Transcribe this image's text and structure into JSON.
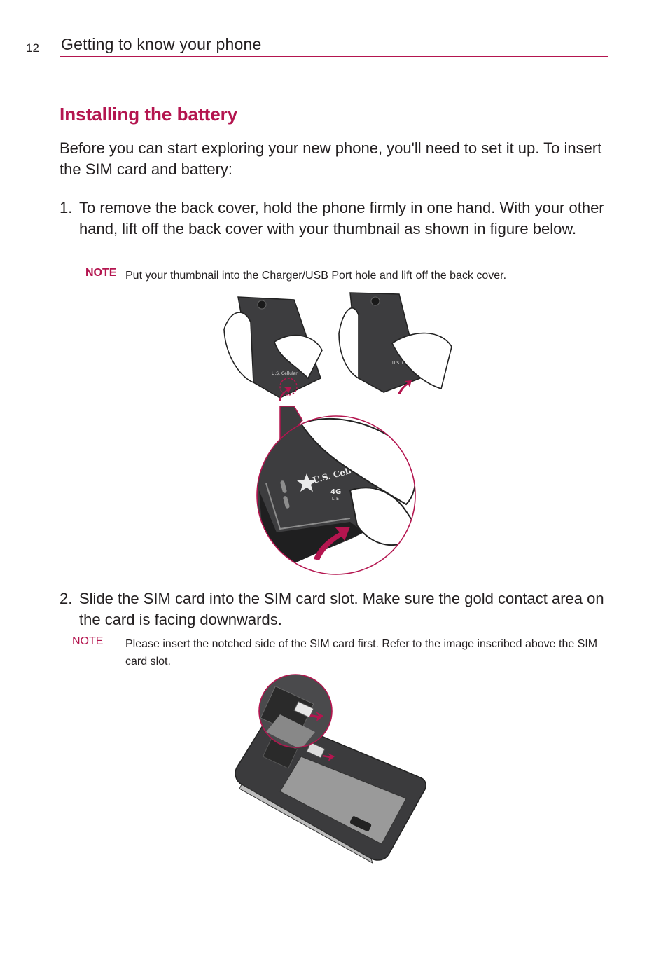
{
  "header": {
    "page_number": "12",
    "section_title": "Getting to know your phone"
  },
  "heading": "Installing the battery",
  "intro": "Before you can start exploring your new phone, you'll need to set it up. To insert the SIM card and battery:",
  "steps": [
    {
      "number": "1.",
      "text": "To remove the back cover, hold the phone firmly in one hand. With your other hand, lift off the back cover with your thumbnail as shown in figure below.",
      "note_label": "NOTE",
      "note_text": "Put your thumbnail into the Charger/USB Port hole and lift off the back cover."
    },
    {
      "number": "2.",
      "text": "Slide the SIM card into the SIM card slot. Make sure the gold contact area on the card is facing downwards.",
      "note_label": "NOTE",
      "note_text": "Please insert the notched side of the SIM card first. Refer to the image inscribed above the SIM card slot."
    }
  ],
  "figure": {
    "brand_logo": "U.S. Cellular",
    "network_badge": "4G",
    "network_badge_sub": "LTE"
  },
  "colors": {
    "accent": "#b4154f",
    "phone_body": "#3d3d3f",
    "text": "#231f20"
  },
  "icons": [
    "arrow-up-icon",
    "arrow-right-icon",
    "star-logo-icon"
  ]
}
